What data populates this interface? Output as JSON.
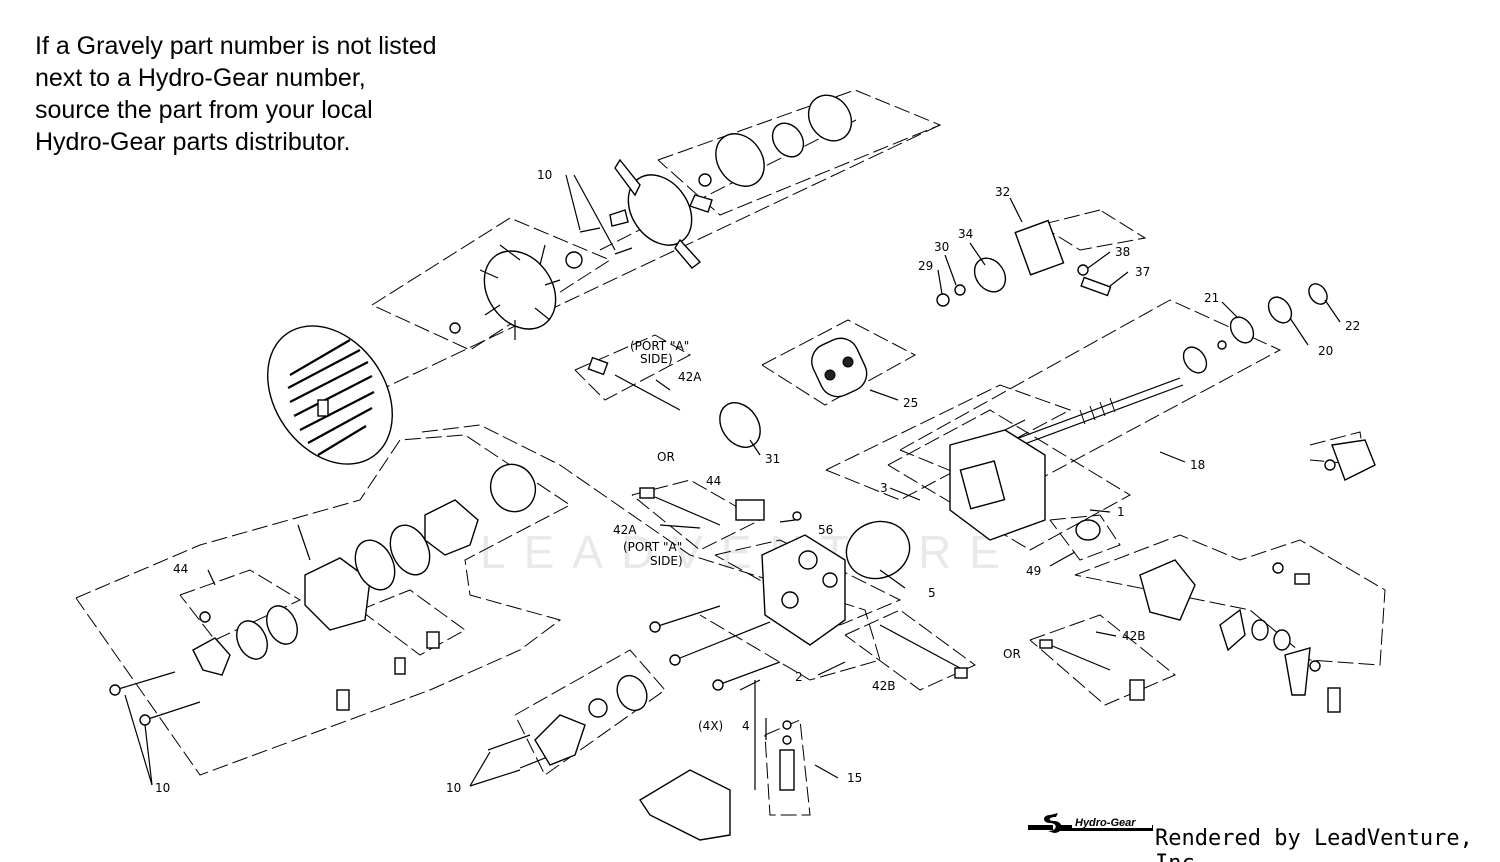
{
  "note": {
    "text": "If a Gravely part number is not listed\nnext to a Hydro-Gear number,\nsource the part from your local\nHydro-Gear parts distributor."
  },
  "watermark": "LEADVENTURE",
  "footer": {
    "brand": "Hydro-Gear",
    "rendered_by": "Rendered by LeadVenture, Inc."
  },
  "callouts": {
    "c10a": "10",
    "c32": "32",
    "c30": "30",
    "c34": "34",
    "c29": "29",
    "c38": "38",
    "c37": "37",
    "c21": "21",
    "c22": "22",
    "c20": "20",
    "c25": "25",
    "c42a_top": "42A",
    "port_a_top_1": "(PORT \"A\"",
    "port_a_top_2": "SIDE)",
    "c31": "31",
    "or_top": "OR",
    "c18": "18",
    "c3": "3",
    "c1": "1",
    "c44_mid": "44",
    "c42a_mid": "42A",
    "port_a_mid_1": "(PORT \"A\"",
    "port_a_mid_2": "SIDE)",
    "c56": "56",
    "c5": "5",
    "c49": "49",
    "c44_left": "44",
    "c42b_right": "42B",
    "or_right": "OR",
    "c2": "2",
    "c42b_mid": "42B",
    "c4x": "(4X)",
    "c4": "4",
    "c15": "15",
    "c10b": "10",
    "c10c": "10"
  }
}
